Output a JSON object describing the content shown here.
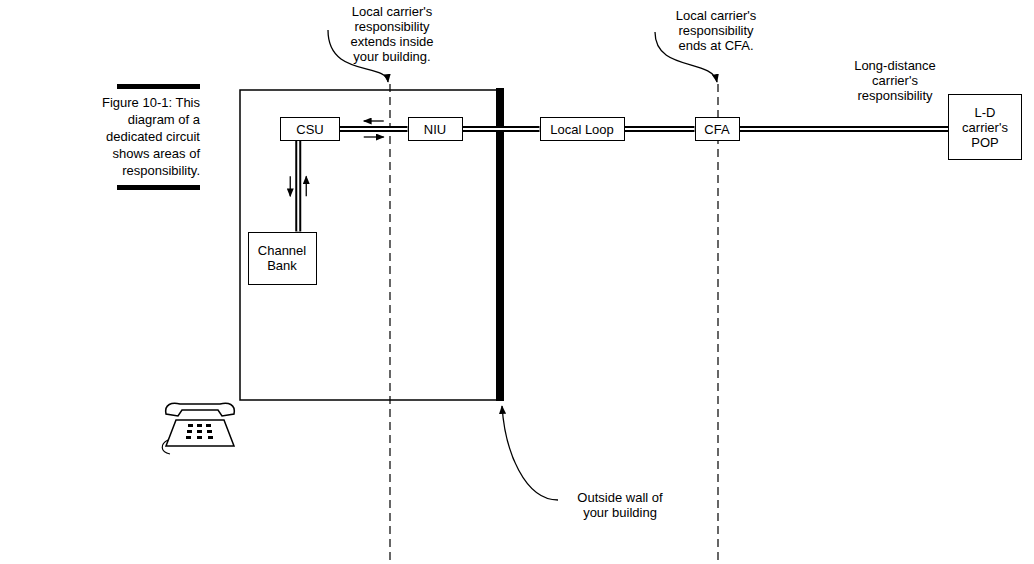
{
  "diagram": {
    "caption": "Figure 10-1: This diagram of a dedicated circuit shows areas of responsibility.",
    "nodes": [
      {
        "text": [
          "CSU"
        ]
      },
      {
        "text": [
          "NIU"
        ]
      },
      {
        "text": [
          "Channel Bank"
        ]
      },
      {
        "text": [
          "Local Loop"
        ]
      },
      {
        "text": [
          "CFA"
        ]
      },
      {
        "text": [
          "L-D carrier's POP"
        ]
      }
    ],
    "edges": [
      {
        "from": 0,
        "to": 1,
        "arrow": "both"
      },
      {
        "from": 0,
        "to": 2,
        "arrow": "both"
      },
      {
        "from": 1,
        "to": 3,
        "arrow": "none"
      },
      {
        "from": 3,
        "to": 4,
        "arrow": "none"
      },
      {
        "from": 4,
        "to": 5,
        "arrow": "none"
      }
    ],
    "labels": [
      "Local carrier's responsibility extends inside your building.",
      "Local carrier's responsibility ends at CFA.",
      "Long-distance carrier's responsibility",
      "Outside wall of your building"
    ]
  }
}
